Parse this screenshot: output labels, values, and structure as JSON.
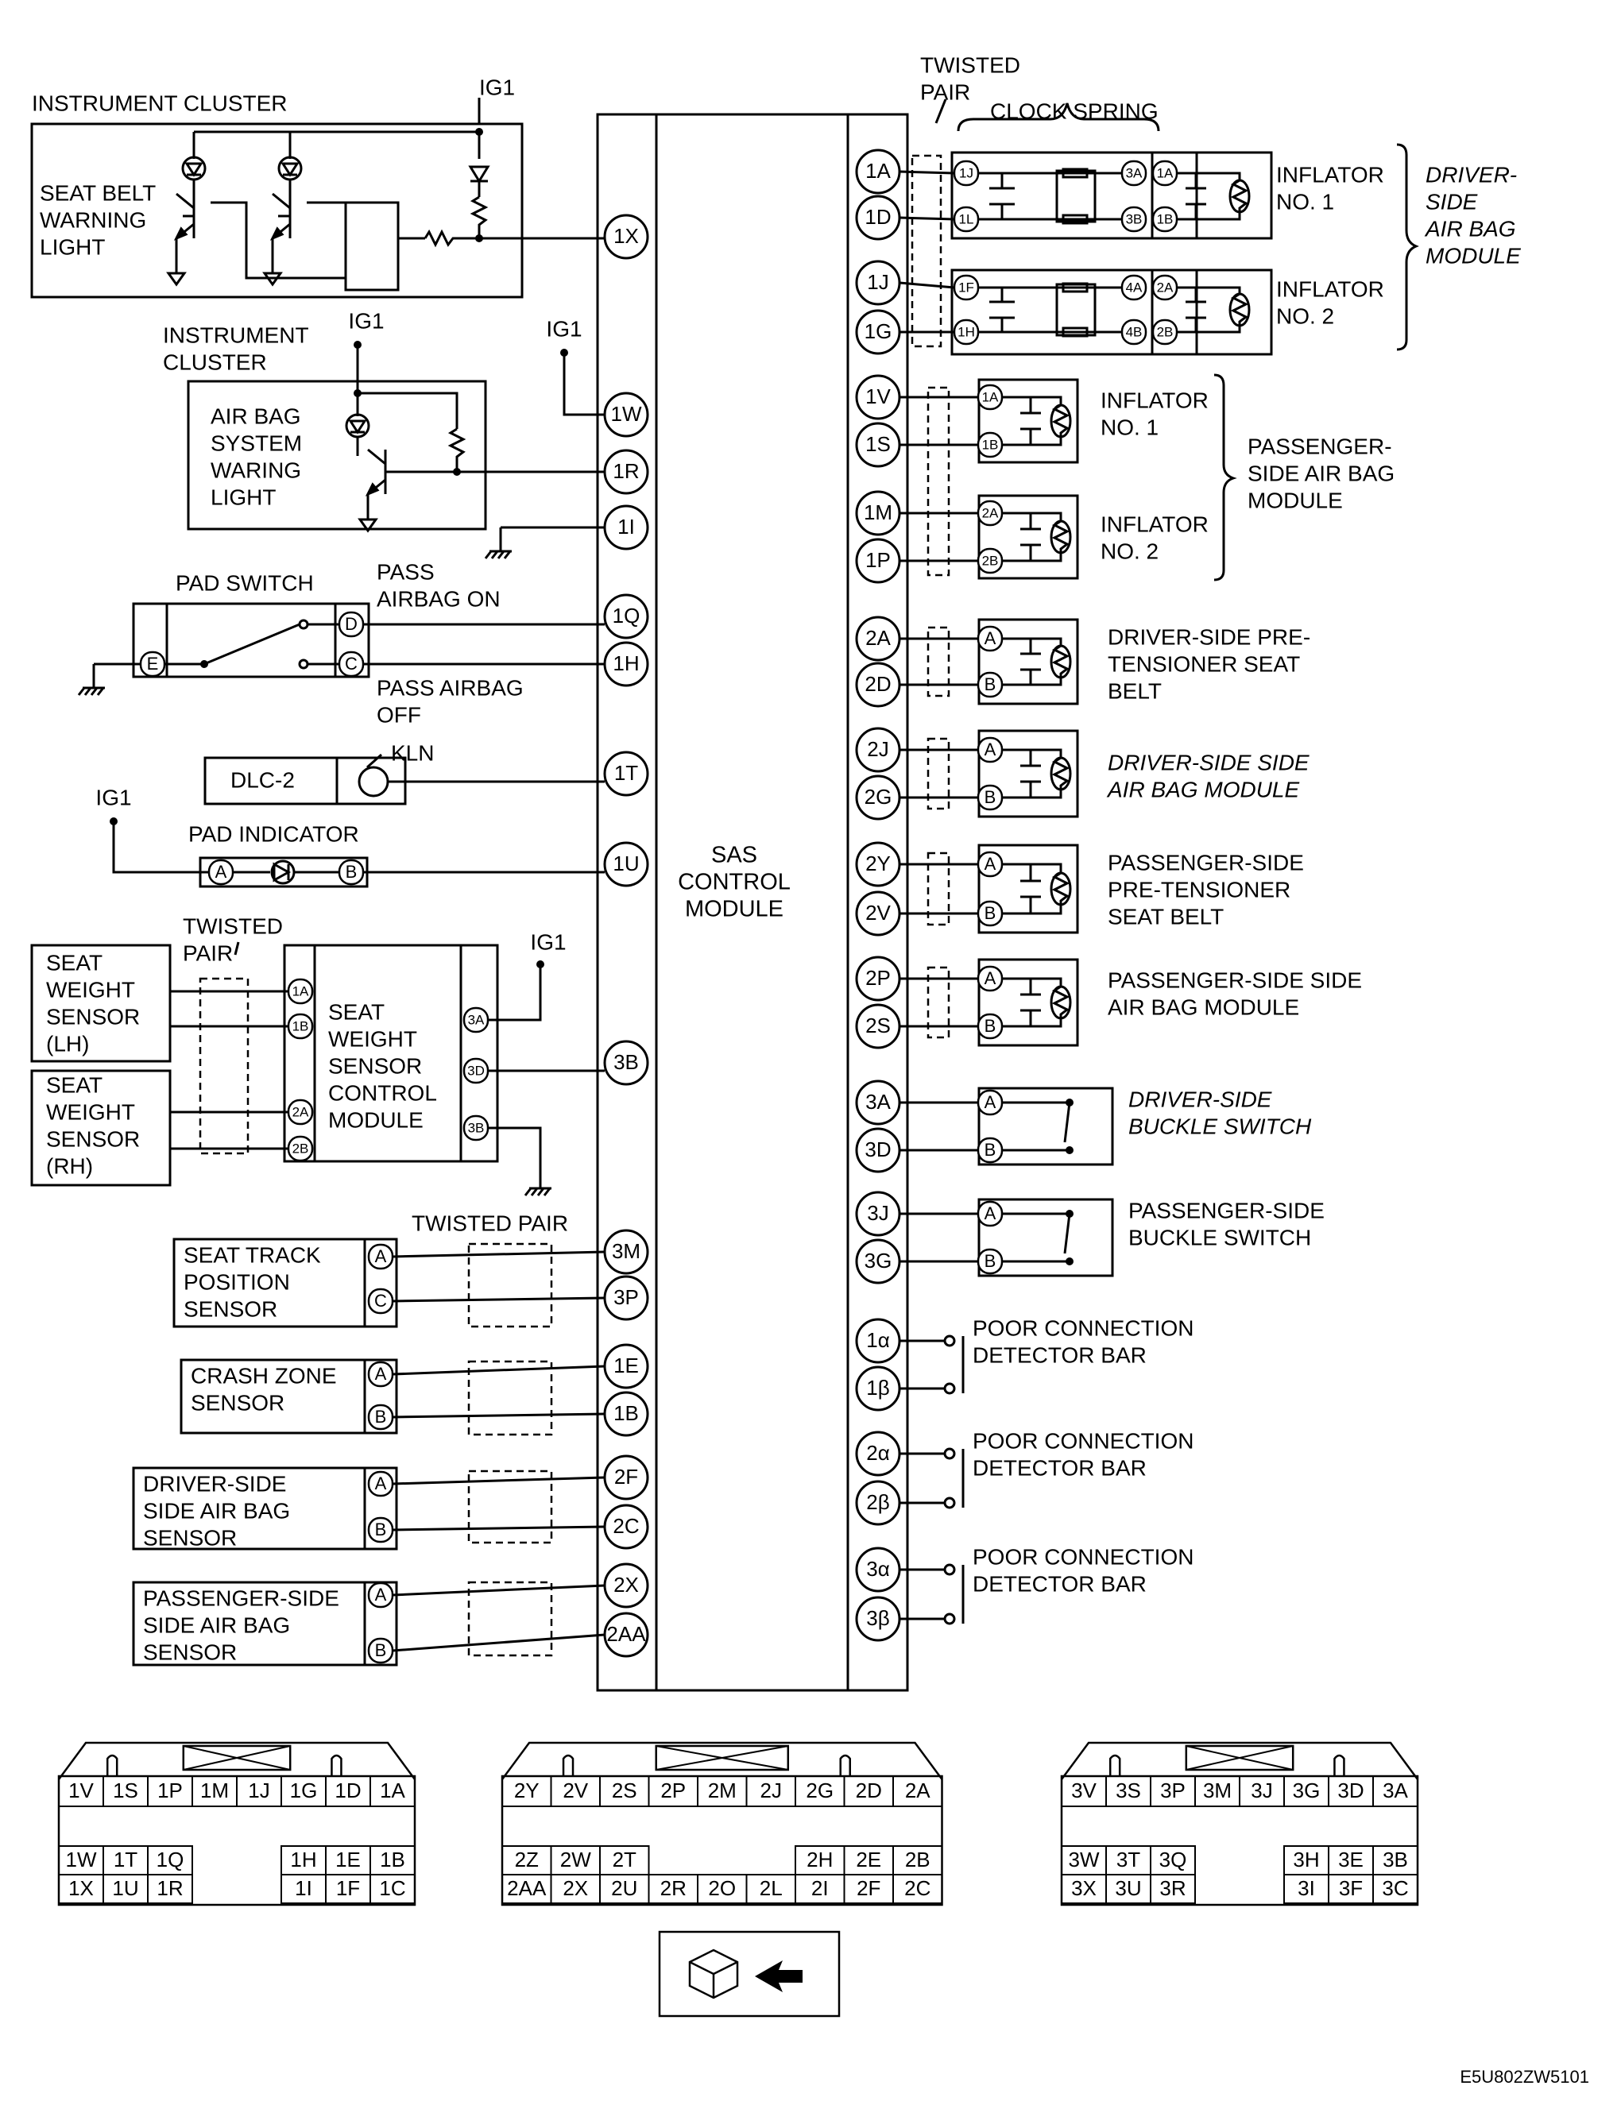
{
  "module": {
    "lines": [
      "SAS",
      "CONTROL",
      "MODULE"
    ]
  },
  "ig1": "IG1",
  "left": {
    "cluster1": {
      "title": "INSTRUMENT CLUSTER",
      "light": [
        "SEAT BELT",
        "WARNING",
        "LIGHT"
      ]
    },
    "cluster2": {
      "title": [
        "INSTRUMENT",
        "CLUSTER"
      ],
      "light": [
        "AIR BAG",
        "SYSTEM",
        "WARING",
        "LIGHT"
      ]
    },
    "pad_switch": {
      "title": "PAD SWITCH",
      "on": [
        "PASS",
        "AIRBAG ON"
      ],
      "off": [
        "PASS AIRBAG",
        "OFF"
      ],
      "pins": [
        "E",
        "D",
        "C"
      ]
    },
    "dlc": {
      "label": "DLC-2",
      "kln": "KLN"
    },
    "pad_indicator": {
      "title": "PAD INDICATOR",
      "pins": [
        "A",
        "B"
      ]
    },
    "twisted_pair": [
      "TWISTED",
      "PAIR"
    ],
    "twisted_pair_1": "TWISTED PAIR",
    "sws_lh": [
      "SEAT",
      "WEIGHT",
      "SENSOR",
      "(LH)"
    ],
    "sws_rh": [
      "SEAT",
      "WEIGHT",
      "SENSOR",
      "(RH)"
    ],
    "swscm": [
      "SEAT",
      "WEIGHT",
      "SENSOR",
      "CONTROL",
      "MODULE"
    ],
    "swscm_pins_in": [
      "1A",
      "1B",
      "2A",
      "2B"
    ],
    "swscm_pins_out": [
      "3A",
      "3D",
      "3B"
    ],
    "sensors": [
      {
        "lines": [
          "SEAT TRACK",
          "POSITION",
          "SENSOR"
        ],
        "pins": [
          "A",
          "C"
        ]
      },
      {
        "lines": [
          "CRASH ZONE",
          "SENSOR"
        ],
        "pins": [
          "A",
          "B"
        ]
      },
      {
        "lines": [
          "DRIVER-SIDE",
          "SIDE AIR BAG",
          "SENSOR"
        ],
        "pins": [
          "A",
          "B"
        ]
      },
      {
        "lines": [
          "PASSENGER-SIDE",
          "SIDE AIR BAG",
          "SENSOR"
        ],
        "pins": [
          "A",
          "B"
        ]
      }
    ],
    "terminals": [
      "1X",
      "1W",
      "1R",
      "1I",
      "1Q",
      "1H",
      "1T",
      "1U",
      "3B",
      "3M",
      "3P",
      "1E",
      "1B",
      "2F",
      "2C",
      "2X",
      "2AA"
    ]
  },
  "right": {
    "twisted_pair": [
      "TWISTED",
      "PAIR"
    ],
    "clock_spring": "CLOCK SPRING",
    "cs_pins": [
      "1J",
      "1L",
      "1F",
      "1H"
    ],
    "cs_pins_out": [
      "3A",
      "3B",
      "4A",
      "4B"
    ],
    "driver_inf_pins": [
      "1A",
      "1B",
      "2A",
      "2B"
    ],
    "pass_inf_pins": [
      "1A",
      "1B",
      "2A",
      "2B"
    ],
    "inflator1": [
      "INFLATOR",
      "NO. 1"
    ],
    "inflator2": [
      "INFLATOR",
      "NO. 2"
    ],
    "driver_module": [
      "DRIVER-",
      "SIDE",
      "AIR BAG",
      "MODULE"
    ],
    "pass_module": [
      "PASSENGER-",
      "SIDE AIR BAG",
      "MODULE"
    ],
    "devices": [
      {
        "lines": [
          "DRIVER-SIDE PRE-",
          "TENSIONER SEAT",
          "BELT"
        ]
      },
      {
        "lines": [
          "DRIVER-SIDE SIDE",
          "AIR BAG MODULE"
        ]
      },
      {
        "lines": [
          "PASSENGER-SIDE",
          "PRE-TENSIONER",
          "SEAT BELT"
        ]
      },
      {
        "lines": [
          "PASSENGER-SIDE SIDE",
          "AIR BAG MODULE"
        ]
      }
    ],
    "device_pins": [
      "A",
      "B"
    ],
    "switches": [
      {
        "lines": [
          "DRIVER-SIDE",
          "BUCKLE SWITCH"
        ]
      },
      {
        "lines": [
          "PASSENGER-SIDE",
          "BUCKLE SWITCH"
        ]
      }
    ],
    "poor": [
      "POOR CONNECTION",
      "DETECTOR BAR"
    ],
    "terminals": [
      "1A",
      "1D",
      "1J",
      "1G",
      "1V",
      "1S",
      "1M",
      "1P",
      "2A",
      "2D",
      "2J",
      "2G",
      "2Y",
      "2V",
      "2P",
      "2S",
      "3A",
      "3D",
      "3J",
      "3G",
      "1α",
      "1β",
      "2α",
      "2β",
      "3α",
      "3β"
    ]
  },
  "connectors": [
    {
      "rows": [
        [
          "1V",
          "1S",
          "1P",
          "1M",
          "1J",
          "1G",
          "1D",
          "1A"
        ],
        [
          "1W",
          "1T",
          "1Q",
          "",
          "",
          "1H",
          "1E",
          "1B"
        ],
        [
          "1X",
          "1U",
          "1R",
          "",
          "",
          "1I",
          "1F",
          "1C"
        ]
      ]
    },
    {
      "rows": [
        [
          "2Y",
          "2V",
          "2S",
          "2P",
          "2M",
          "2J",
          "2G",
          "2D",
          "2A"
        ],
        [
          "2Z",
          "2W",
          "2T",
          "",
          "",
          "",
          "2H",
          "2E",
          "2B"
        ],
        [
          "2AA",
          "2X",
          "2U",
          "2R",
          "2O",
          "2L",
          "2I",
          "2F",
          "2C"
        ]
      ]
    },
    {
      "rows": [
        [
          "3V",
          "3S",
          "3P",
          "3M",
          "3J",
          "3G",
          "3D",
          "3A"
        ],
        [
          "3W",
          "3T",
          "3Q",
          "",
          "",
          "3H",
          "3E",
          "3B"
        ],
        [
          "3X",
          "3U",
          "3R",
          "",
          "",
          "3I",
          "3F",
          "3C"
        ]
      ]
    }
  ],
  "code": "E5U802ZW5101"
}
